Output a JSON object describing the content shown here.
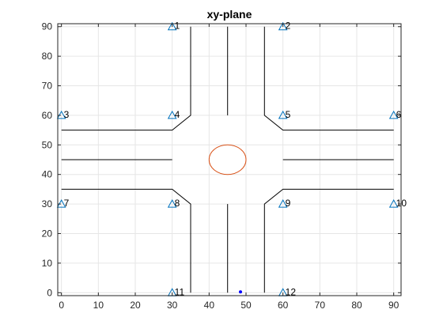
{
  "chart_data": {
    "type": "scatter",
    "title": "xy-plane",
    "xlabel": "",
    "ylabel": "",
    "xlim": [
      -1,
      92
    ],
    "ylim": [
      -1,
      91
    ],
    "grid": true,
    "x_ticks": [
      "0",
      "10",
      "20",
      "30",
      "40",
      "50",
      "60",
      "70",
      "80",
      "90"
    ],
    "y_ticks": [
      "0",
      "10",
      "20",
      "30",
      "40",
      "50",
      "60",
      "70",
      "80",
      "90"
    ],
    "anchors": [
      {
        "label": "1",
        "x": 30,
        "y": 90
      },
      {
        "label": "2",
        "x": 60,
        "y": 90
      },
      {
        "label": "3",
        "x": 0,
        "y": 60
      },
      {
        "label": "4",
        "x": 30,
        "y": 60
      },
      {
        "label": "5",
        "x": 60,
        "y": 60
      },
      {
        "label": "6",
        "x": 90,
        "y": 60
      },
      {
        "label": "7",
        "x": 0,
        "y": 30
      },
      {
        "label": "8",
        "x": 30,
        "y": 30
      },
      {
        "label": "9",
        "x": 60,
        "y": 30
      },
      {
        "label": "10",
        "x": 90,
        "y": 30
      },
      {
        "label": "11",
        "x": 30,
        "y": 0
      },
      {
        "label": "12",
        "x": 60,
        "y": 0
      }
    ],
    "road_lines": [
      [
        [
          0,
          55
        ],
        [
          30,
          55
        ],
        [
          35,
          60
        ],
        [
          35,
          90
        ]
      ],
      [
        [
          55,
          90
        ],
        [
          55,
          60
        ],
        [
          60,
          55
        ],
        [
          90,
          55
        ]
      ],
      [
        [
          0,
          35
        ],
        [
          30,
          35
        ],
        [
          35,
          30
        ],
        [
          35,
          0
        ]
      ],
      [
        [
          55,
          0
        ],
        [
          55,
          30
        ],
        [
          60,
          35
        ],
        [
          90,
          35
        ]
      ],
      [
        [
          0,
          45
        ],
        [
          30,
          45
        ]
      ],
      [
        [
          60,
          45
        ],
        [
          90,
          45
        ]
      ],
      [
        [
          45,
          60
        ],
        [
          45,
          90
        ]
      ],
      [
        [
          45,
          0
        ],
        [
          45,
          30
        ]
      ]
    ],
    "roundabout": {
      "cx": 45,
      "cy": 45,
      "rx": 5,
      "ry": 5
    },
    "vehicle": {
      "x": 48.5,
      "y": 0
    },
    "colors": {
      "anchor": "#0072bd",
      "road": "#000000",
      "roundabout": "#d95319",
      "vehicle": "#0000ff",
      "grid": "#e6e6e6",
      "axis": "#262626"
    }
  }
}
